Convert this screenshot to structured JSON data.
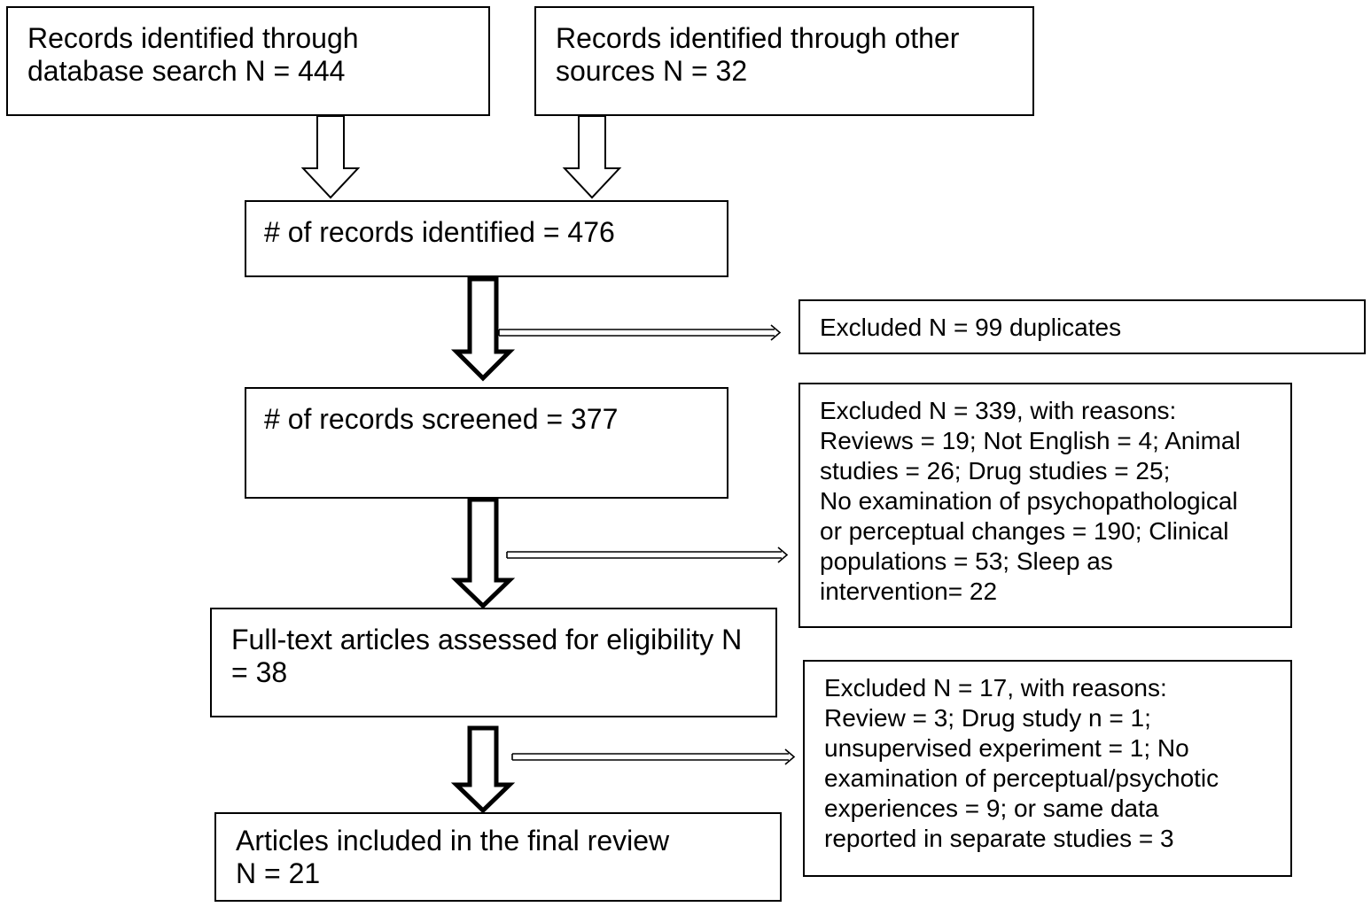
{
  "flowchart": {
    "records_database": "Records identified through\ndatabase search N = 444",
    "records_other": "Records identified through other\nsources N = 32",
    "records_identified": "# of records identified = 476",
    "excluded_duplicates": "Excluded N = 99 duplicates",
    "records_screened": "# of records screened = 377",
    "excluded_screening": "Excluded N = 339, with reasons:\nReviews = 19; Not English = 4; Animal\nstudies = 26; Drug studies = 25;\nNo examination of psychopathological\nor perceptual changes = 190; Clinical\npopulations = 53; Sleep as\nintervention= 22",
    "fulltext_assessed": "Full-text articles assessed for eligibility N\n= 38",
    "excluded_fulltext": "Excluded N = 17, with reasons:\nReview = 3; Drug study n = 1;\nunsupervised experiment = 1; No\nexamination of perceptual/psychotic\nexperiences = 9; or same data\nreported in separate studies = 3",
    "included_final": "Articles included in the final review\nN = 21"
  },
  "colors": {
    "line": "#000000",
    "background": "#ffffff"
  }
}
